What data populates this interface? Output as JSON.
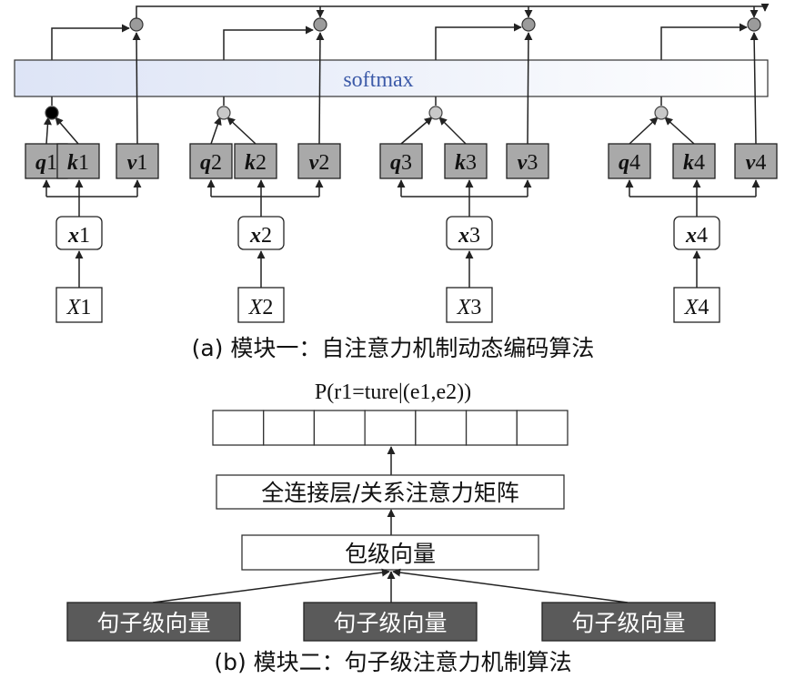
{
  "softmax_label": "softmax",
  "columns": [
    {
      "q": {
        "v": "q",
        "n": "1"
      },
      "k": {
        "v": "k",
        "n": "1"
      },
      "val": {
        "v": "v",
        "n": "1"
      },
      "x": {
        "v": "x",
        "n": "1"
      },
      "X": {
        "v": "X",
        "n": "1"
      }
    },
    {
      "q": {
        "v": "q",
        "n": "2"
      },
      "k": {
        "v": "k",
        "n": "2"
      },
      "val": {
        "v": "v",
        "n": "2"
      },
      "x": {
        "v": "x",
        "n": "2"
      },
      "X": {
        "v": "X",
        "n": "2"
      }
    },
    {
      "q": {
        "v": "q",
        "n": "3"
      },
      "k": {
        "v": "k",
        "n": "3"
      },
      "val": {
        "v": "v",
        "n": "3"
      },
      "x": {
        "v": "x",
        "n": "3"
      },
      "X": {
        "v": "X",
        "n": "3"
      }
    },
    {
      "q": {
        "v": "q",
        "n": "4"
      },
      "k": {
        "v": "k",
        "n": "4"
      },
      "val": {
        "v": "v",
        "n": "4"
      },
      "x": {
        "v": "x",
        "n": "4"
      },
      "X": {
        "v": "X",
        "n": "4"
      }
    }
  ],
  "caption_a": "(a) 模块一：自注意力机制动态编码算法",
  "output_label": "P(r1=ture|(e1,e2))",
  "fc_layer_label": "全连接层/关系注意力矩阵",
  "bag_vector_label": "包级向量",
  "sentence_vectors": [
    "句子级向量",
    "句子级向量",
    "句子级向量"
  ],
  "caption_b": "(b) 模块二：句子级注意力机制算法",
  "colors": {
    "gray_box": "#a9a9a9",
    "dark_box": "#5a5a5a",
    "softmax_band_start": "#dde4f6",
    "softmax_text": "#3c5aa8",
    "dot_gray": "#9b9b9b",
    "dot_light": "#c8c8c8",
    "dot_black": "#000000"
  }
}
